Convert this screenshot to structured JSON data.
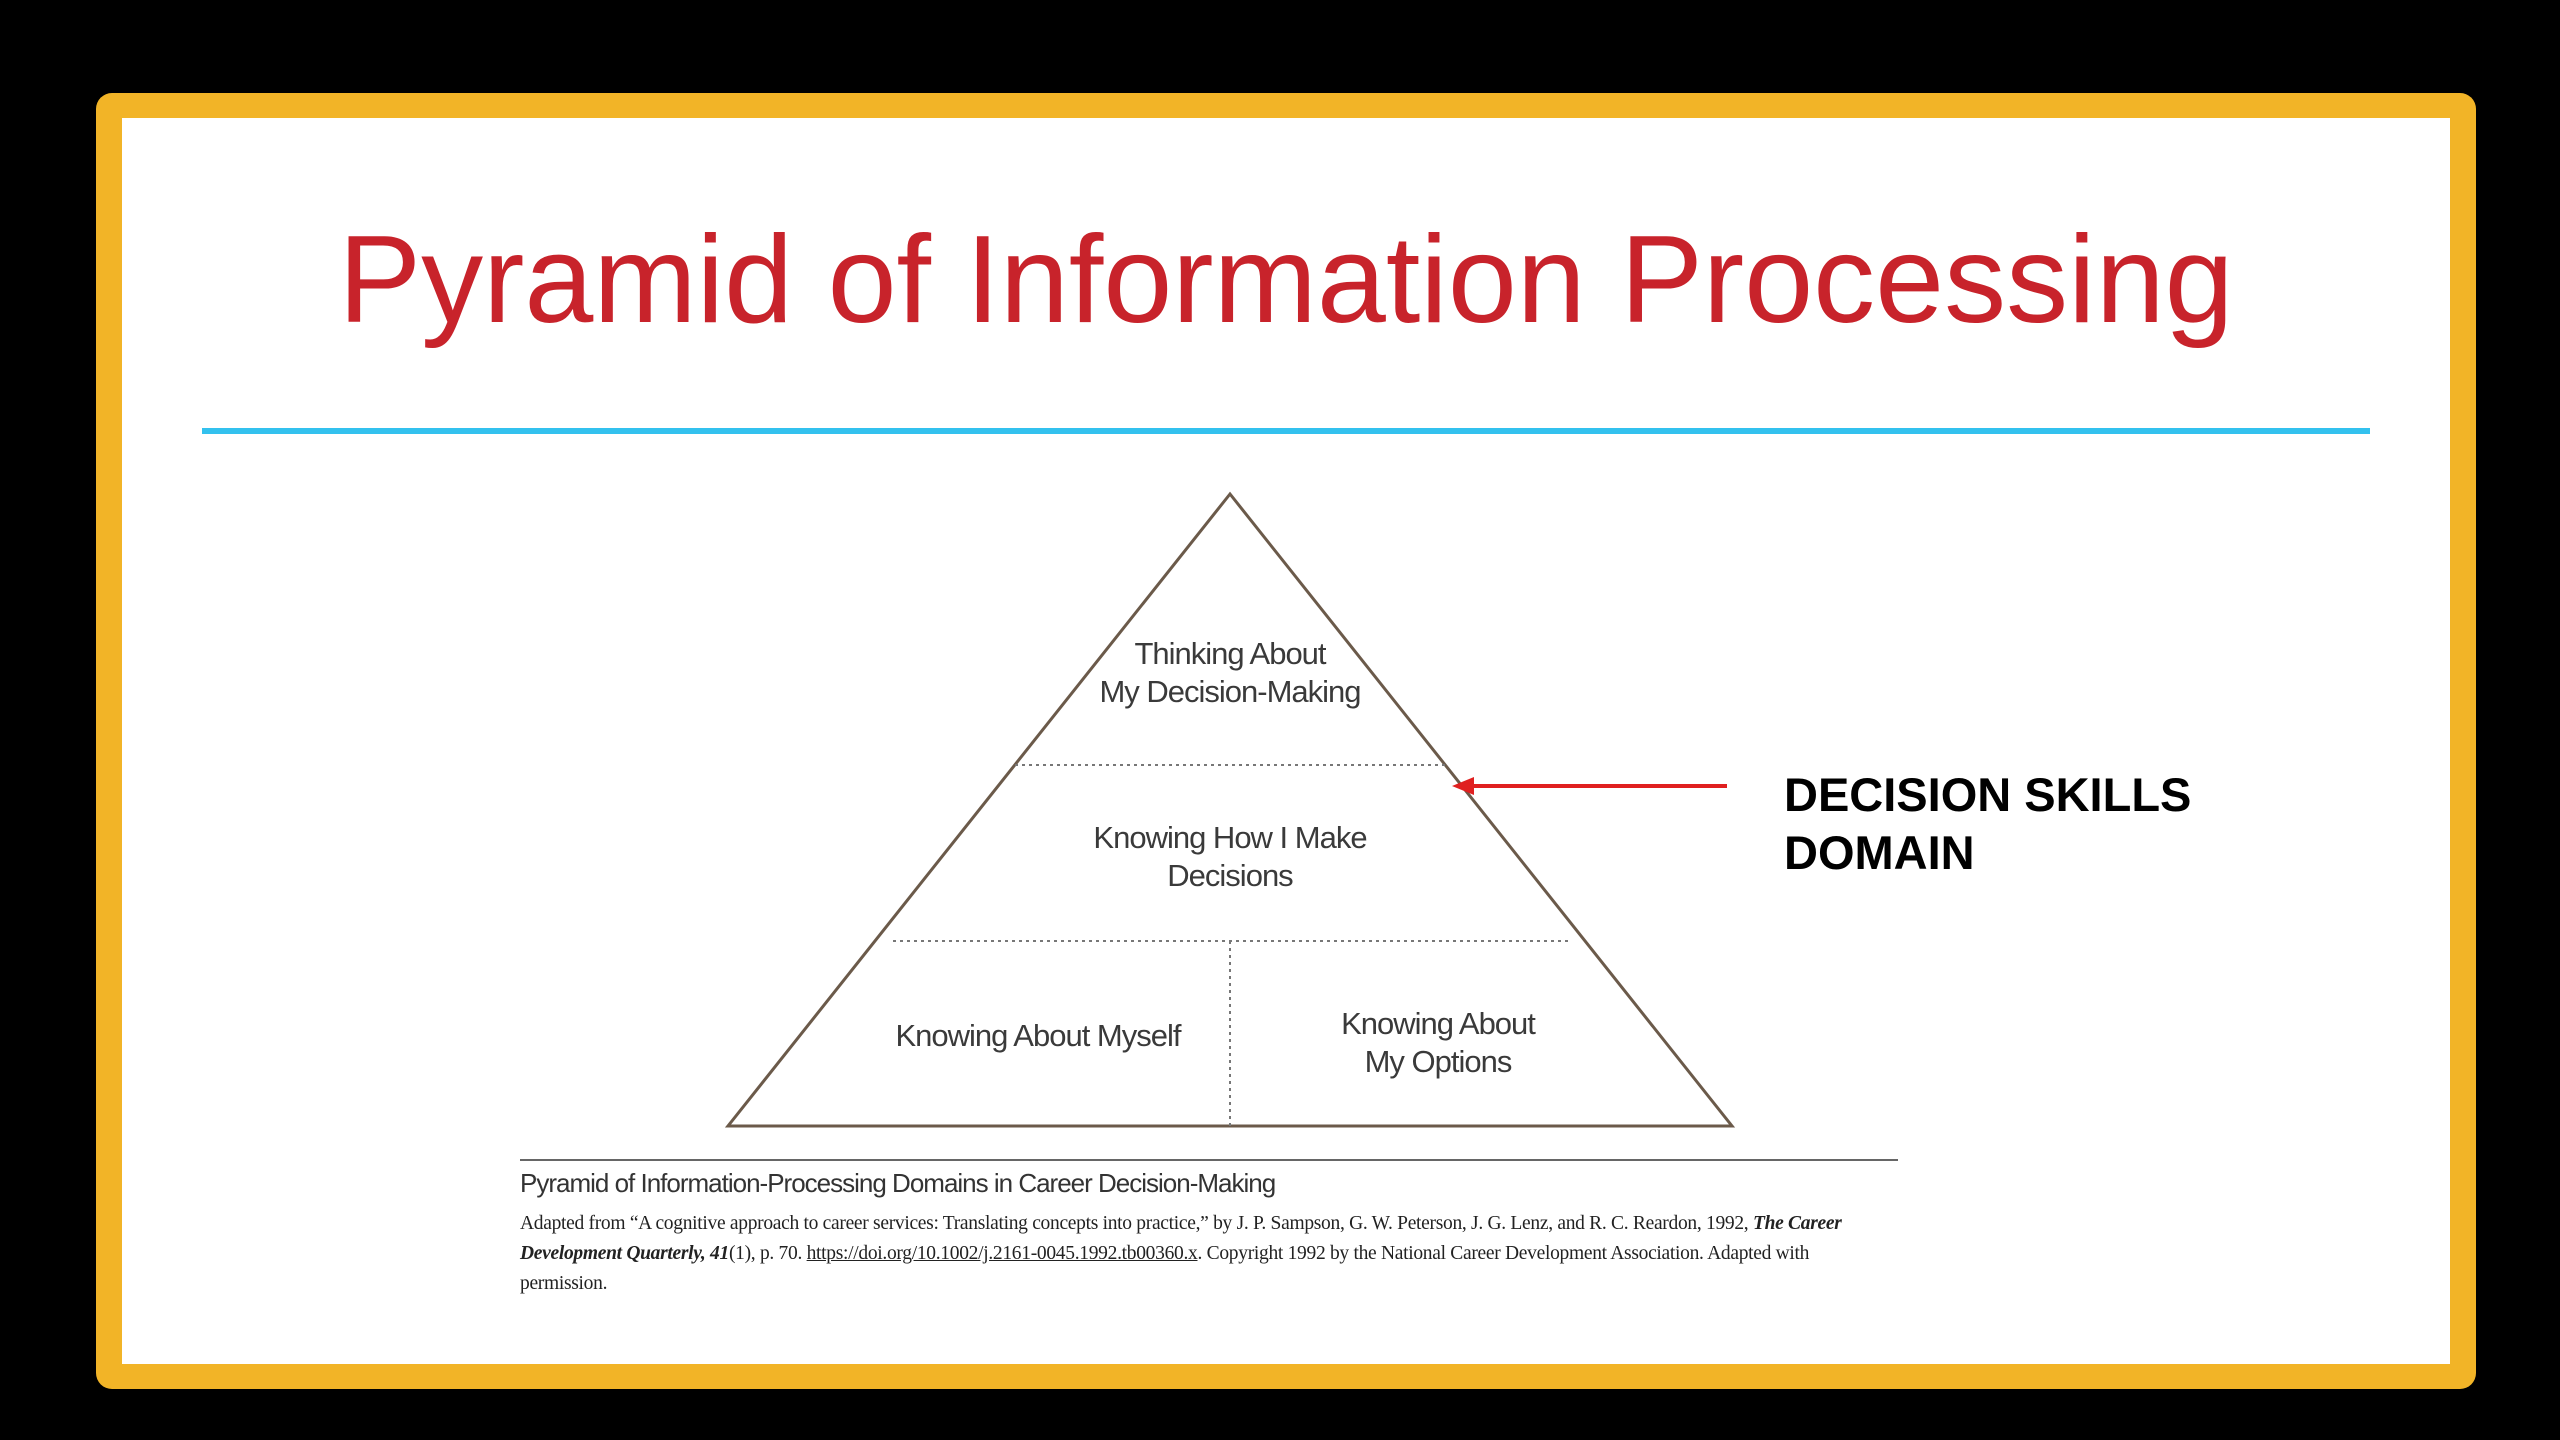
{
  "slide": {
    "title": "Pyramid of Information Processing",
    "colors": {
      "frame": "#f2b427",
      "title": "#c8232b",
      "rule": "#33c1ee",
      "arrow": "#e02020",
      "pyramid_stroke": "#6b5a4a"
    }
  },
  "pyramid": {
    "top": {
      "line1": "Thinking About",
      "line2": "My Decision-Making"
    },
    "middle": {
      "line1": "Knowing How I Make",
      "line2": "Decisions"
    },
    "bottom_left": {
      "line1": "Knowing About Myself"
    },
    "bottom_right": {
      "line1": "Knowing About",
      "line2": "My Options"
    }
  },
  "annotation": {
    "label": "DECISION SKILLS\nDOMAIN",
    "arrow_icon": "left-arrow-icon"
  },
  "caption": {
    "title": "Pyramid of Information-Processing Domains in Career Decision-Making",
    "line1": "Adapted from “A cognitive approach to career services: Translating concepts into practice,” by J. P. Sampson, G. W. Peterson, J. G. Lenz, and R. C. Reardon, 1992,",
    "journal": "The Career Development Quarterly, 41",
    "issue_page": "(1), p. 70.",
    "doi": "https://doi.org/10.1002/j.2161-0045.1992.tb00360.x",
    "copyright": ". Copyright 1992 by the National Career Development Association. Adapted with permission."
  }
}
